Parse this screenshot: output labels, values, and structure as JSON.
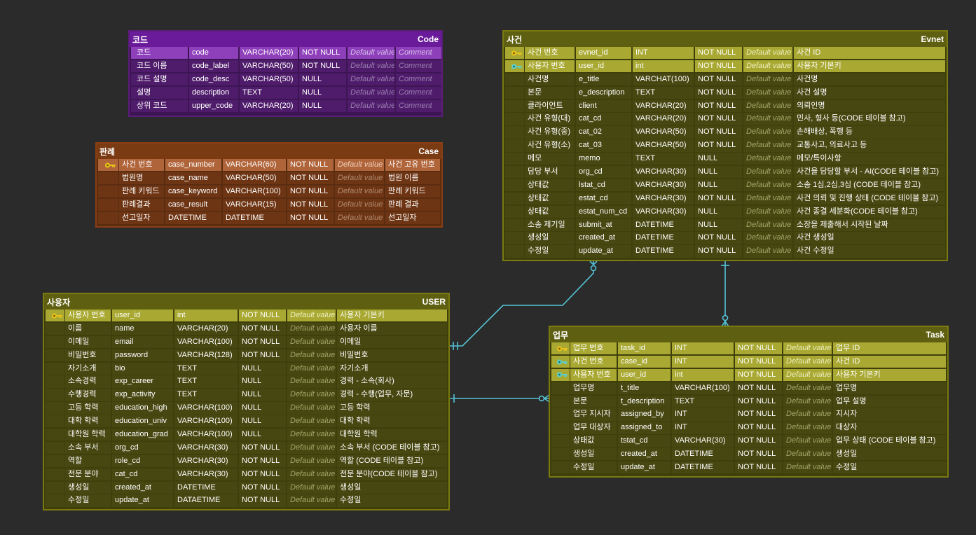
{
  "colors": {
    "pk_key": "#e8c21a",
    "fk_key": "#5fd0c8",
    "connector": "#55c4d8"
  },
  "tables": {
    "code": {
      "title_ko": "코드",
      "title_en": "Code",
      "rows": [
        {
          "key": "pk",
          "col1": "코드",
          "col2": "code",
          "col3": "VARCHAR(20)",
          "col4": "NOT NULL",
          "col5": "Default value",
          "col6": "Comment"
        },
        {
          "key": "",
          "col1": "코드 이름",
          "col2": "code_label",
          "col3": "VARCHAR(50)",
          "col4": "NOT NULL",
          "col5": "Default value",
          "col6": "Comment"
        },
        {
          "key": "",
          "col1": "코드 설명",
          "col2": "code_desc",
          "col3": "VARCHAR(50)",
          "col4": "NULL",
          "col5": "Default value",
          "col6": "Comment"
        },
        {
          "key": "",
          "col1": "설명",
          "col2": "description",
          "col3": "TEXT",
          "col4": "NULL",
          "col5": "Default value",
          "col6": "Comment"
        },
        {
          "key": "",
          "col1": "상위 코드",
          "col2": "upper_code",
          "col3": "VARCHAR(20)",
          "col4": "NULL",
          "col5": "Default value",
          "col6": "Comment"
        }
      ]
    },
    "case": {
      "title_ko": "판례",
      "title_en": "Case",
      "rows": [
        {
          "key": "pk",
          "col1": "사건 번호",
          "col2": "case_number",
          "col3": "VARCHAR(60)",
          "col4": "NOT NULL",
          "col5": "Default value",
          "col6": "사건 고유 번호"
        },
        {
          "key": "",
          "col1": "법원명",
          "col2": "case_name",
          "col3": "VARCHAR(50)",
          "col4": "NOT NULL",
          "col5": "Default value",
          "col6": "법원 이름"
        },
        {
          "key": "",
          "col1": "판례 키워드",
          "col2": "case_keyword",
          "col3": "VARCHAR(100)",
          "col4": "NOT NULL",
          "col5": "Default value",
          "col6": "판례 키워드"
        },
        {
          "key": "",
          "col1": "판례결과",
          "col2": "case_result",
          "col3": "VARCHAR(15)",
          "col4": "NOT NULL",
          "col5": "Default value",
          "col6": "판례 결과"
        },
        {
          "key": "",
          "col1": "선고일자",
          "col2": "DATETIME",
          "col3": "DATETIME",
          "col4": "NOT NULL",
          "col5": "Default value",
          "col6": "선고일자"
        }
      ]
    },
    "event": {
      "title_ko": "사건",
      "title_en": "Evnet",
      "rows": [
        {
          "key": "pk",
          "col1": "사건 번호",
          "col2": "evnet_id",
          "col3": "INT",
          "col4": "NOT NULL",
          "col5": "Default value",
          "col6": "사건 ID"
        },
        {
          "key": "fk",
          "col1": "사용자 번호",
          "col2": "user_id",
          "col3": "int",
          "col4": "NOT NULL",
          "col5": "Default value",
          "col6": "사용자 기본키"
        },
        {
          "key": "",
          "col1": "사건명",
          "col2": "e_title",
          "col3": "VARCHAT(100)",
          "col4": "NOT NULL",
          "col5": "Default value",
          "col6": "사건명"
        },
        {
          "key": "",
          "col1": "본문",
          "col2": "e_description",
          "col3": "TEXT",
          "col4": "NOT NULL",
          "col5": "Default value",
          "col6": "사건 설명"
        },
        {
          "key": "",
          "col1": "클라이언트",
          "col2": "client",
          "col3": "VARCHAR(20)",
          "col4": "NOT NULL",
          "col5": "Default value",
          "col6": "의뢰인명"
        },
        {
          "key": "",
          "col1": "사건 유형(대)",
          "col2": "cat_cd",
          "col3": "VARCHAR(20)",
          "col4": "NOT NULL",
          "col5": "Default value",
          "col6": "민사, 형사 등(CODE 테이블 참고)"
        },
        {
          "key": "",
          "col1": "사건 유형(중)",
          "col2": "cat_02",
          "col3": "VARCHAR(50)",
          "col4": "NOT NULL",
          "col5": "Default value",
          "col6": "손해배상, 폭행 등"
        },
        {
          "key": "",
          "col1": "사건 유형(소)",
          "col2": "cat_03",
          "col3": "VARCHAR(50)",
          "col4": "NOT NULL",
          "col5": "Default value",
          "col6": "교통사고, 의료사고 등"
        },
        {
          "key": "",
          "col1": "메모",
          "col2": "memo",
          "col3": "TEXT",
          "col4": "NULL",
          "col5": "Default value",
          "col6": "메모/특이사항"
        },
        {
          "key": "",
          "col1": "담당 부서",
          "col2": "org_cd",
          "col3": "VARCHAR(30)",
          "col4": "NULL",
          "col5": "Default value",
          "col6": "사건을 담당할 부서 - AI(CODE 테이블 참고)"
        },
        {
          "key": "",
          "col1": "상태값",
          "col2": "lstat_cd",
          "col3": "VARCHAR(30)",
          "col4": "NULL",
          "col5": "Default value",
          "col6": "소송 1심,2심,3심 (CODE 테이블 참고)"
        },
        {
          "key": "",
          "col1": "상태값",
          "col2": "estat_cd",
          "col3": "VARCHAR(30)",
          "col4": "NOT NULL",
          "col5": "Default value",
          "col6": "사건 의뢰 및 진행 상태 (CODE 테이블 참고)"
        },
        {
          "key": "",
          "col1": "상태값",
          "col2": "estat_num_cd",
          "col3": "VARCHAR(30)",
          "col4": "NULL",
          "col5": "Default value",
          "col6": "사건 종결 세분화(CODE 테이블 참고)"
        },
        {
          "key": "",
          "col1": "소송 제기일",
          "col2": "submit_at",
          "col3": "DATETIME",
          "col4": "NULL",
          "col5": "Default value",
          "col6": "소장을 제출해서 시작된 날짜"
        },
        {
          "key": "",
          "col1": "생성일",
          "col2": "created_at",
          "col3": "DATETIME",
          "col4": "NOT NULL",
          "col5": "Default value",
          "col6": "사건 생성일"
        },
        {
          "key": "",
          "col1": "수정일",
          "col2": "update_at",
          "col3": "DATETIME",
          "col4": "NOT NULL",
          "col5": "Default value",
          "col6": "사건 수정일"
        }
      ]
    },
    "user": {
      "title_ko": "사용자",
      "title_en": "USER",
      "rows": [
        {
          "key": "pk",
          "col1": "사용자 번호",
          "col2": "user_id",
          "col3": "int",
          "col4": "NOT NULL",
          "col5": "Default value",
          "col6": "사용자 기본키"
        },
        {
          "key": "",
          "col1": "이름",
          "col2": "name",
          "col3": "VARCHAR(20)",
          "col4": "NOT NULL",
          "col5": "Default value",
          "col6": "사용자 이름"
        },
        {
          "key": "",
          "col1": "이메일",
          "col2": "email",
          "col3": "VARCHAR(100)",
          "col4": "NOT NULL",
          "col5": "Default value",
          "col6": "이메일"
        },
        {
          "key": "",
          "col1": "비밀번호",
          "col2": "password",
          "col3": "VARCHAR(128)",
          "col4": "NOT NULL",
          "col5": "Default value",
          "col6": "비밀번호"
        },
        {
          "key": "",
          "col1": "자기소개",
          "col2": "bio",
          "col3": "TEXT",
          "col4": "NULL",
          "col5": "Default value",
          "col6": "자기소개"
        },
        {
          "key": "",
          "col1": "소속경력",
          "col2": "exp_career",
          "col3": "TEXT",
          "col4": "NULL",
          "col5": "Default value",
          "col6": "경력 - 소속(회사)"
        },
        {
          "key": "",
          "col1": "수행경력",
          "col2": "exp_activity",
          "col3": "TEXT",
          "col4": "NULL",
          "col5": "Default value",
          "col6": "경력 - 수행(업무, 자문)"
        },
        {
          "key": "",
          "col1": "고등 학력",
          "col2": "education_high",
          "col3": "VARCHAR(100)",
          "col4": "NULL",
          "col5": "Default value",
          "col6": "고등 학력"
        },
        {
          "key": "",
          "col1": "대학 학력",
          "col2": "education_univ",
          "col3": "VARCHAR(100)",
          "col4": "NULL",
          "col5": "Default value",
          "col6": "대학 학력"
        },
        {
          "key": "",
          "col1": "대학원 학력",
          "col2": "education_grad",
          "col3": "VARCHAR(100)",
          "col4": "NULL",
          "col5": "Default value",
          "col6": "대학원 학력"
        },
        {
          "key": "",
          "col1": "소속 부서",
          "col2": "org_cd",
          "col3": "VARCHAR(30)",
          "col4": "NOT NULL",
          "col5": "Default value",
          "col6": "소속 부서 (CODE 테이블 참고)"
        },
        {
          "key": "",
          "col1": "역할",
          "col2": "role_cd",
          "col3": "VARCHAR(30)",
          "col4": "NOT NULL",
          "col5": "Default value",
          "col6": "역할 (CODE 테이블 참고)"
        },
        {
          "key": "",
          "col1": "전문 분야",
          "col2": "cat_cd",
          "col3": "VARCHAR(30)",
          "col4": "NOT NULL",
          "col5": "Default value",
          "col6": "전문 분야(CODE 테이블 참고)"
        },
        {
          "key": "",
          "col1": "생성일",
          "col2": "created_at",
          "col3": "DATETIME",
          "col4": "NOT NULL",
          "col5": "Default value",
          "col6": "생성일"
        },
        {
          "key": "",
          "col1": "수정일",
          "col2": "update_at",
          "col3": "DATAETIME",
          "col4": "NOT NULL",
          "col5": "Default value",
          "col6": "수정일"
        }
      ]
    },
    "task": {
      "title_ko": "업무",
      "title_en": "Task",
      "rows": [
        {
          "key": "pk",
          "col1": "업무 번호",
          "col2": "task_id",
          "col3": "INT",
          "col4": "NOT NULL",
          "col5": "Default value",
          "col6": "업무 ID"
        },
        {
          "key": "fk",
          "col1": "사건 번호",
          "col2": "case_id",
          "col3": "INT",
          "col4": "NOT NULL",
          "col5": "Default value",
          "col6": "사건 ID"
        },
        {
          "key": "fk",
          "col1": "사용자 번호",
          "col2": "user_id",
          "col3": "int",
          "col4": "NOT NULL",
          "col5": "Default value",
          "col6": "사용자 기본키"
        },
        {
          "key": "",
          "col1": "업무명",
          "col2": "t_title",
          "col3": "VARCHAR(100)",
          "col4": "NOT NULL",
          "col5": "Default value",
          "col6": "업무명"
        },
        {
          "key": "",
          "col1": "본문",
          "col2": "t_description",
          "col3": "TEXT",
          "col4": "NOT NULL",
          "col5": "Default value",
          "col6": "업무 설명"
        },
        {
          "key": "",
          "col1": "업무 지시자",
          "col2": "assigned_by",
          "col3": "INT",
          "col4": "NOT NULL",
          "col5": "Default value",
          "col6": "지시자"
        },
        {
          "key": "",
          "col1": "업무 대상자",
          "col2": "assigned_to",
          "col3": "INT",
          "col4": "NOT NULL",
          "col5": "Default value",
          "col6": "대상자"
        },
        {
          "key": "",
          "col1": "상태값",
          "col2": "tstat_cd",
          "col3": "VARCHAR(30)",
          "col4": "NOT NULL",
          "col5": "Default value",
          "col6": "업무 상태 (CODE 테이블 참고)"
        },
        {
          "key": "",
          "col1": "생성일",
          "col2": "created_at",
          "col3": "DATETIME",
          "col4": "NOT NULL",
          "col5": "Default value",
          "col6": "생성일"
        },
        {
          "key": "",
          "col1": "수정일",
          "col2": "update_at",
          "col3": "DATETIME",
          "col4": "NOT NULL",
          "col5": "Default value",
          "col6": "수정일"
        }
      ]
    }
  }
}
